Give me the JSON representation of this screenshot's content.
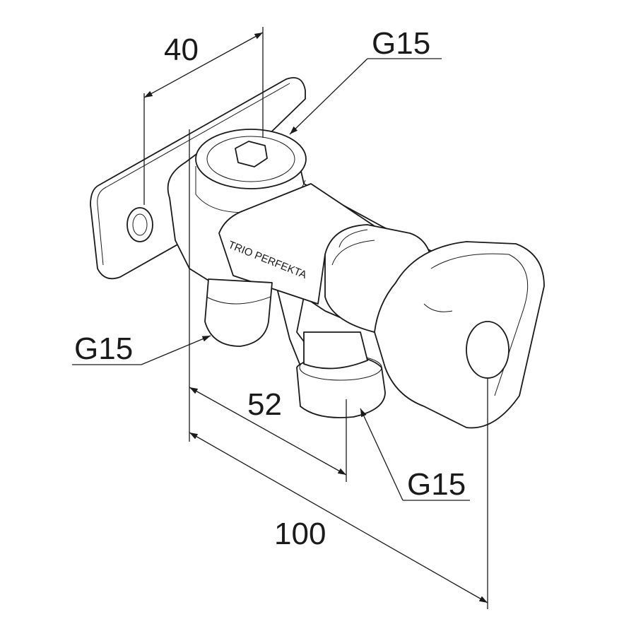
{
  "dimensions": {
    "width_top": "40",
    "offset_outlet": "52",
    "overall_length": "100"
  },
  "thread_labels": {
    "top": "G15",
    "left": "G15",
    "bottom": "G15"
  },
  "brand_marking": "TRIO PERFEKTA"
}
